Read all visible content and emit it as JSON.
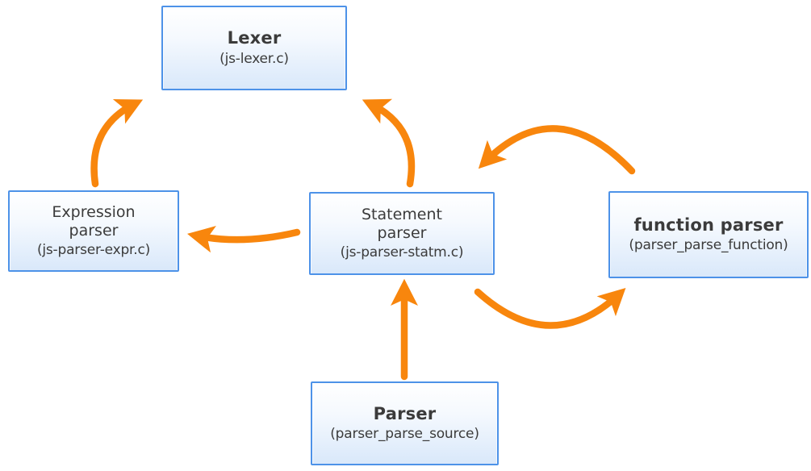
{
  "diagram": {
    "type": "flow-diagram",
    "nodes": {
      "lexer": {
        "title": "Lexer",
        "subtitle": "(js-lexer.c)"
      },
      "expression": {
        "title_line1": "Expression",
        "title_line2": "parser",
        "subtitle": "(js-parser-expr.c)"
      },
      "statement": {
        "title_line1": "Statement",
        "title_line2": "parser",
        "subtitle": "(js-parser-statm.c)"
      },
      "function": {
        "title": "function parser",
        "subtitle": "(parser_parse_function)"
      },
      "parser": {
        "title": "Parser",
        "subtitle": "(parser_parse_source)"
      }
    },
    "edges": [
      {
        "from": "expression",
        "to": "lexer"
      },
      {
        "from": "statement",
        "to": "lexer"
      },
      {
        "from": "statement",
        "to": "expression"
      },
      {
        "from": "function",
        "to": "statement"
      },
      {
        "from": "statement",
        "to": "function"
      },
      {
        "from": "parser",
        "to": "statement"
      }
    ],
    "colors": {
      "arrow": "#f8860d",
      "node_border": "#4d92e8",
      "node_fill_top": "#ffffff",
      "node_fill_bottom": "#d9e8fa",
      "text": "#3b3b3b",
      "background": "#ffffff"
    }
  }
}
